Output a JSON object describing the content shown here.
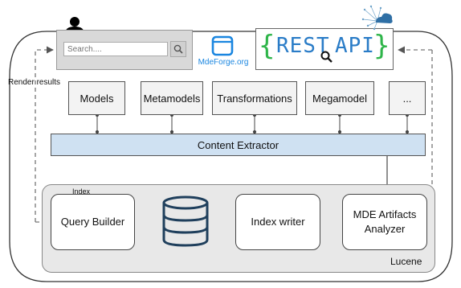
{
  "search": {
    "placeholder": "Search...."
  },
  "logo": {
    "label": "MdeForge.org"
  },
  "rest_api": {
    "open_brace": "{",
    "word1": "REST",
    "word2": "API",
    "close_brace": "}"
  },
  "labels": {
    "render_results": "Render results",
    "index": "Index",
    "lucene": "Lucene"
  },
  "artifact_boxes": [
    "Models",
    "Metamodels",
    "Transformations",
    "Megamodel",
    "..."
  ],
  "extractor": {
    "label": "Content Extractor"
  },
  "index_nodes": {
    "query_builder": "Query Builder",
    "index_writer": "Index writer",
    "analyzer": "MDE Artifacts Analyzer"
  },
  "colors": {
    "extractor_fill": "#cfe1f2",
    "database": "#1f3f5c",
    "logo_blue": "#1a86e0",
    "rest_green": "#2fb54a",
    "rest_blue": "#2a7cc7",
    "lucene_fill": "#e8e8e8",
    "box_fill": "#f3f3f3"
  },
  "icons": [
    "user-icon",
    "magnifier-icon",
    "app-window-icon",
    "cloud-network-icon",
    "database-icon"
  ]
}
